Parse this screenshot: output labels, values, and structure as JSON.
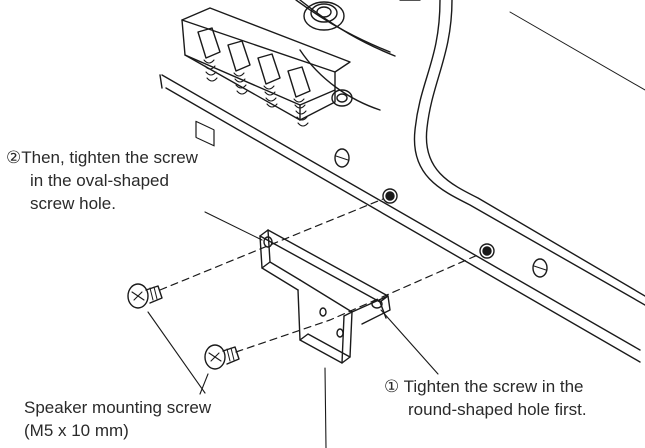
{
  "callouts": {
    "step2": {
      "line1": "②Then, tighten the screw",
      "line2": "in the oval-shaped",
      "line3": "screw hole."
    },
    "step1": {
      "line1": "① Tighten the screw in the",
      "line2": "round-shaped hole first."
    },
    "screw": {
      "line1": "Speaker mounting screw",
      "line2": "(M5 x 10 mm)"
    }
  },
  "colors": {
    "line": "#1a1a1a",
    "text": "#2a2a2a",
    "background": "#ffffff"
  }
}
